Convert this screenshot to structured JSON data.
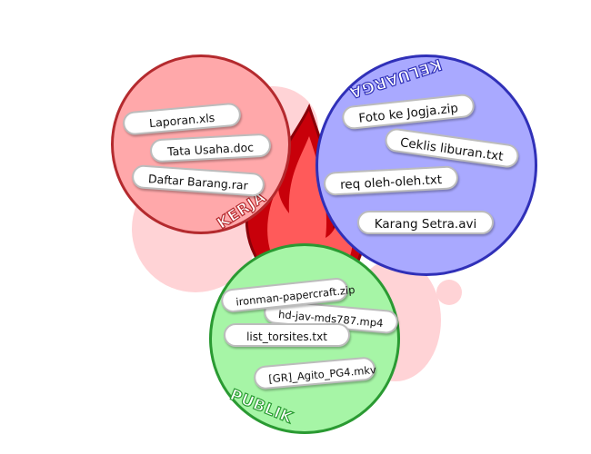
{
  "groups": {
    "kerja": {
      "label": "KERJA",
      "fill": "#ffa8aa",
      "stroke": "#b42a2e",
      "files": [
        "Laporan.xls",
        "Tata Usaha.doc",
        "Daftar Barang.rar"
      ]
    },
    "keluarga": {
      "label": "KELUARGA",
      "fill": "#a9a9ff",
      "stroke": "#3030b8",
      "files": [
        "Foto ke Jogja.zip",
        "Ceklis liburan.txt",
        "req oleh-oleh.txt",
        "Karang Setra.avi"
      ]
    },
    "publik": {
      "label": "PUBLIK",
      "fill": "#a6f5a6",
      "stroke": "#2a9a32",
      "files": [
        "ironman-papercraft.zip",
        "hd-jav-mds787.mp4",
        "list_torsites.txt",
        "[GR]_Agito_PG4.mkv"
      ]
    }
  },
  "colors": {
    "background": "#ffffff",
    "blob": "#ffd3d6",
    "flame_outer": "#c8000a",
    "flame_inner": "#ff5a5a",
    "pill_border": "#bcbcbc"
  }
}
